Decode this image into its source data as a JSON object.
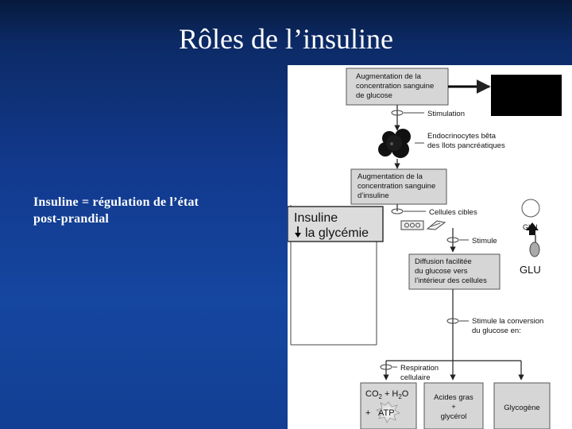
{
  "slide": {
    "title": "Rôles de l’insuline",
    "caption_line1": "Insuline = régulation de l’état",
    "caption_line2": "post-prandial"
  },
  "diagram": {
    "box_glucose": [
      "Augmentation de la",
      "concentration sanguine",
      "de glucose"
    ],
    "stimulation": "Stimulation",
    "beta_cells": [
      "Endocrinocytes bêta",
      "des îlots pancréatiques"
    ],
    "box_insulin": [
      "Augmentation de la",
      "concentration sanguine",
      "d’insuline"
    ],
    "target_cells": "Cellules cibles",
    "callout": {
      "line1": "Insuline",
      "line2": "la glycémie"
    },
    "stimule": "Stimule",
    "box_diffusion": [
      "Diffusion facilitée",
      "du glucose vers",
      "l’intérieur des cellules"
    ],
    "conversion": [
      "Stimule la conversion",
      "du glucose en:"
    ],
    "respiration": [
      "Respiration",
      "cellulaire"
    ],
    "box_co2": {
      "co2": "CO",
      "co2_sub": "2",
      "plus": "+",
      "h2o": "H",
      "h2o_sub": "2",
      "h2o_tail": "O",
      "atp_plus": "+",
      "atp": "ATP"
    },
    "box_acides": [
      "Acides gras",
      "+",
      "glycérol"
    ],
    "box_glycogene": "Glycogène",
    "glu_small": "GLU",
    "glu_large": "GLU"
  },
  "colors": {
    "background_top": "#071a3c",
    "background": "#1546a0",
    "title_text": "#ffffff",
    "box_fill": "#d6d6d6",
    "callout_fill": "#dcdcdc",
    "overlay_block": "#000000"
  }
}
